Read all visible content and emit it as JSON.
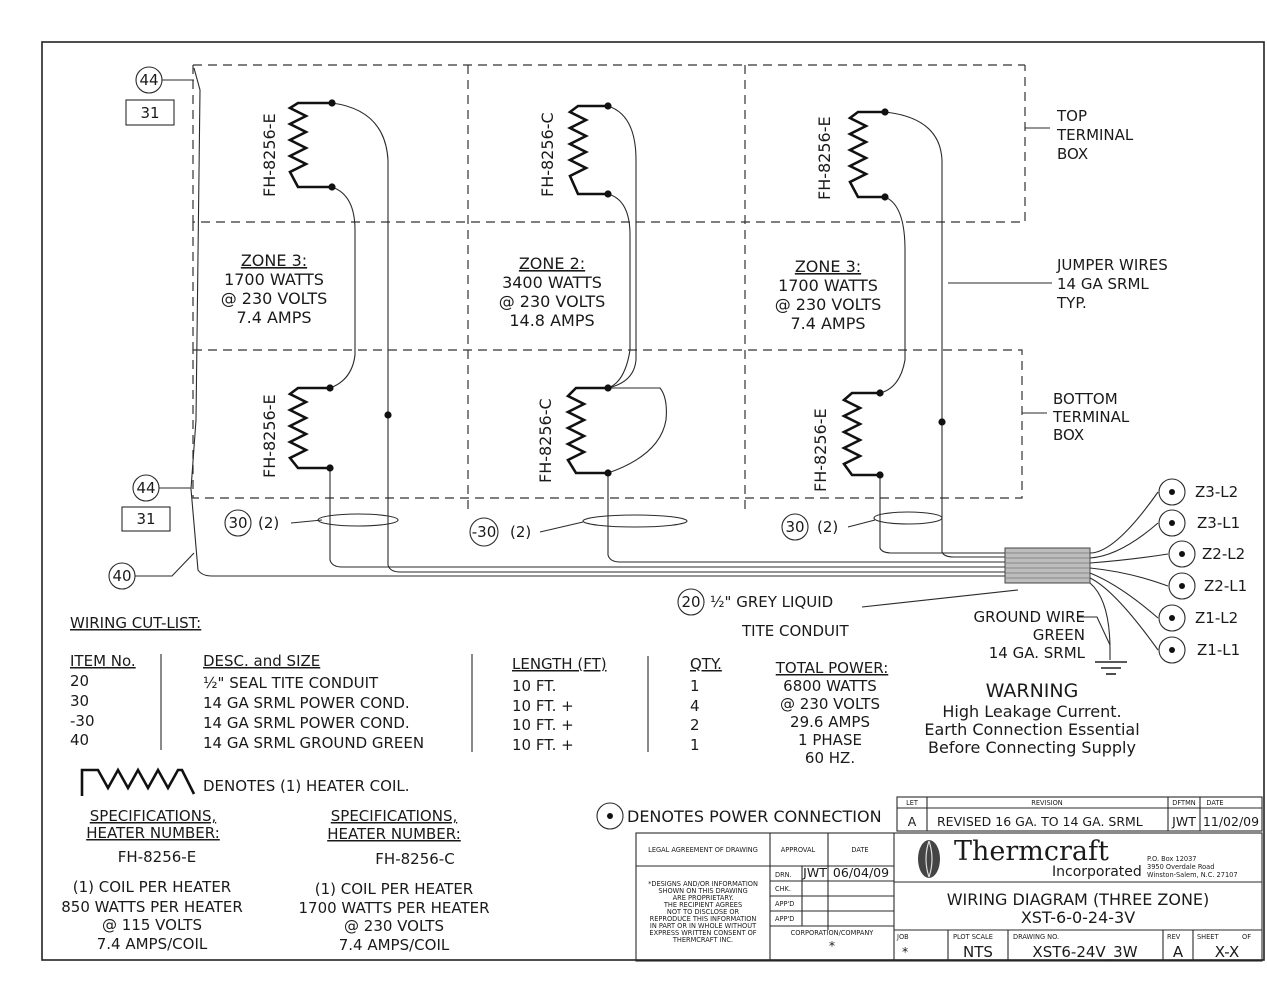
{
  "zones": [
    {
      "heater_top": "FH-8256-E",
      "heater_bottom": "FH-8256-E",
      "title": "ZONE 3:",
      "watts": "1700 WATTS",
      "volts": "@ 230 VOLTS",
      "amps": "7.4 AMPS"
    },
    {
      "heater_top": "FH-8256-C",
      "heater_bottom": "FH-8256-C",
      "title": "ZONE 2:",
      "watts": "3400 WATTS",
      "volts": "@ 230 VOLTS",
      "amps": "14.8 AMPS"
    },
    {
      "heater_top": "FH-8256-E",
      "heater_bottom": "FH-8256-E",
      "title": "ZONE 3:",
      "watts": "1700 WATTS",
      "volts": "@ 230 VOLTS",
      "amps": "7.4 AMPS"
    }
  ],
  "callouts": {
    "c44_top": "44",
    "c31_top": "31",
    "c44_bot": "44",
    "c31_bot": "31",
    "c40": "40",
    "c30_a": "30",
    "c30_a_qty": "(2)",
    "c30_b": "-30",
    "c30_b_qty": "(2)",
    "c30_c": "30",
    "c30_c_qty": "(2)",
    "c20": "20",
    "c20_line1": "½\" GREY LIQUID",
    "c20_line2": "TITE CONDUIT"
  },
  "labels": {
    "top_box": [
      "TOP",
      "TERMINAL",
      "BOX"
    ],
    "jumper": [
      "JUMPER WIRES",
      "14 GA SRML",
      "TYP."
    ],
    "bottom_box": [
      "BOTTOM",
      "TERMINAL",
      "BOX"
    ],
    "ground": [
      "GROUND WIRE",
      "GREEN",
      "14 GA. SRML"
    ]
  },
  "connections": [
    "Z3-L2",
    "Z3-L1",
    "Z2-L2",
    "Z2-L1",
    "Z1-L2",
    "Z1-L1"
  ],
  "cutlist": {
    "title": "WIRING CUT-LIST:",
    "headers": {
      "item": "ITEM No.",
      "desc": "DESC. and SIZE",
      "length": "LENGTH (FT)",
      "qty": "QTY."
    },
    "rows": [
      {
        "item": "20",
        "desc": "½\" SEAL TITE CONDUIT",
        "length": "10 FT.",
        "qty": "1"
      },
      {
        "item": "30",
        "desc": "14 GA SRML POWER COND.",
        "length": "10 FT. +",
        "qty": "4"
      },
      {
        "item": "-30",
        "desc": "14 GA SRML POWER COND.",
        "length": "10 FT. +",
        "qty": "2"
      },
      {
        "item": "40",
        "desc": "14 GA SRML GROUND GREEN",
        "length": "10 FT. +",
        "qty": "1"
      }
    ]
  },
  "total_power": {
    "title": "TOTAL POWER:",
    "lines": [
      "6800 WATTS",
      "@ 230 VOLTS",
      "29.6 AMPS",
      "1 PHASE",
      "60 HZ."
    ]
  },
  "warning": {
    "title": "WARNING",
    "lines": [
      "High Leakage Current.",
      "Earth Connection Essential",
      "Before Connecting Supply"
    ]
  },
  "legend": {
    "coil": "DENOTES (1) HEATER COIL.",
    "power": "DENOTES POWER CONNECTION"
  },
  "specs": [
    {
      "title": "SPECIFICATIONS,",
      "sub": "HEATER NUMBER:",
      "number": "FH-8256-E",
      "lines": [
        "(1) COIL PER HEATER",
        "850 WATTS PER HEATER",
        "@ 115 VOLTS",
        "7.4 AMPS/COIL"
      ]
    },
    {
      "title": "SPECIFICATIONS,",
      "sub": "HEATER NUMBER:",
      "number": "FH-8256-C",
      "lines": [
        "(1) COIL PER HEATER",
        "1700 WATTS PER HEATER",
        "@ 230 VOLTS",
        "7.4 AMPS/COIL"
      ]
    }
  ],
  "title_block": {
    "let_h": "LET",
    "rev_h": "REVISION",
    "dftmn_h": "DFTMN",
    "date_h": "DATE",
    "let": "A",
    "revision": "REVISED 16 GA. TO 14 GA. SRML",
    "dftmn": "JWT",
    "rev_date": "11/02/09",
    "legal": "LEGAL AGREEMENT OF DRAWING",
    "approval": "APPROVAL",
    "date": "DATE",
    "drn": "DRN.",
    "drn_by": "JWT",
    "drn_date": "06/04/09",
    "chk": "CHK.",
    "appd1": "APP'D",
    "appd2": "APP'D",
    "corp": "CORPORATION/COMPANY",
    "star": "*",
    "legal_text": [
      "*DESIGNS AND/OR INFORMATION",
      "SHOWN ON THIS DRAWING",
      "ARE PROPRIETARY.",
      "THE RECIPIENT AGREES",
      "NOT TO DISCLOSE OR",
      "REPRODUCE THIS INFORMATION",
      "IN PART OR IN WHOLE WITHOUT",
      "EXPRESS WRITTEN CONSENT OF",
      "THERMCRAFT INC."
    ],
    "company": "Thermcraft",
    "company_sub": "Incorporated",
    "address": [
      "P.O. Box 12037",
      "3950 Overdale Road",
      "Winston-Salem, N.C. 27107"
    ],
    "drawing_title": "WIRING DIAGRAM (THREE ZONE)",
    "drawing_sub": "XST-6-0-24-3V",
    "job_h": "JOB",
    "job": "*",
    "scale_h": "PLOT SCALE",
    "scale": "NTS",
    "dwg_h": "DRAWING NO.",
    "dwg": "XST6-24V_3W",
    "revl_h": "REV",
    "revl": "A",
    "sheet_h": "SHEET",
    "of_h": "OF",
    "sheet": "X-X"
  }
}
